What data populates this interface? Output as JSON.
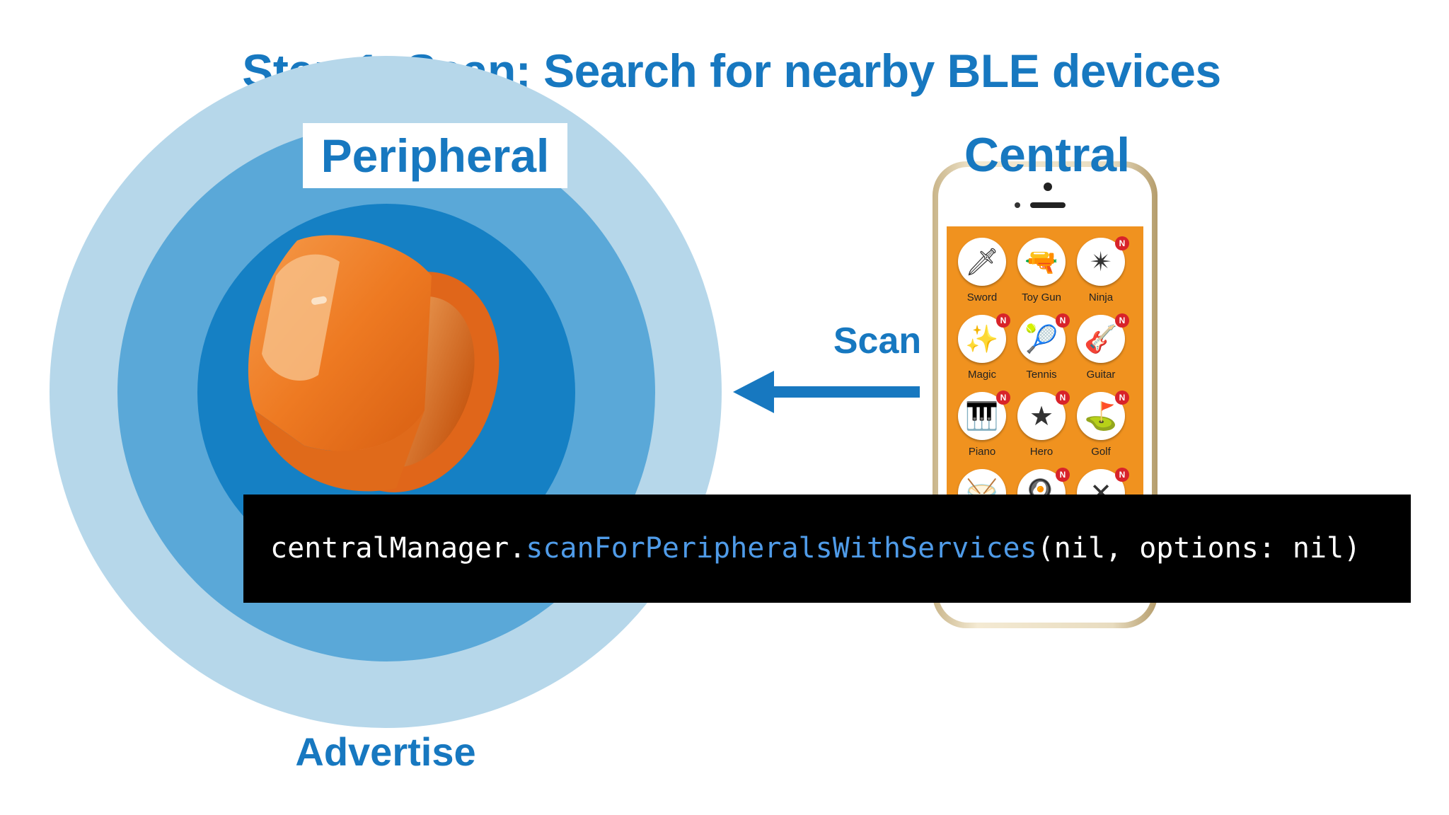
{
  "title": "Step 1. Scan: Search for nearby BLE devices",
  "peripheral_label": "Peripheral",
  "central_label": "Central",
  "scan_label": "Scan",
  "advertise_label": "Advertise",
  "colors": {
    "accent": "#1778c0",
    "ring_outer": "#b6d7ea",
    "ring_mid": "#5aa8d8",
    "ring_inner": "#1580c4",
    "band": "#f07a1f",
    "phone_screen": "#f0921f",
    "code_bg": "#000000",
    "code_method": "#4f9be8"
  },
  "phone": {
    "apps": [
      {
        "label": "Sword",
        "icon": "sword-icon",
        "glyph": "🗡",
        "badge": ""
      },
      {
        "label": "Toy Gun",
        "icon": "toy-gun-icon",
        "glyph": "🔫",
        "badge": ""
      },
      {
        "label": "Ninja",
        "icon": "shuriken-icon",
        "glyph": "✴",
        "badge": "N"
      },
      {
        "label": "Magic",
        "icon": "magic-wand-icon",
        "glyph": "✨",
        "badge": "N"
      },
      {
        "label": "Tennis",
        "icon": "tennis-racket-icon",
        "glyph": "🎾",
        "badge": "N"
      },
      {
        "label": "Guitar",
        "icon": "guitar-icon",
        "glyph": "🎸",
        "badge": "N"
      },
      {
        "label": "Piano",
        "icon": "piano-icon",
        "glyph": "🎹",
        "badge": "N"
      },
      {
        "label": "Hero",
        "icon": "star-icon",
        "glyph": "★",
        "badge": "N"
      },
      {
        "label": "Golf",
        "icon": "golf-club-icon",
        "glyph": "⛳",
        "badge": "N"
      },
      {
        "label": "",
        "icon": "drum-icon",
        "glyph": "🥁",
        "badge": ""
      },
      {
        "label": "",
        "icon": "pan-icon",
        "glyph": "🍳",
        "badge": "N"
      },
      {
        "label": "",
        "icon": "crossed-bats-icon",
        "glyph": "✕",
        "badge": "N"
      }
    ]
  },
  "code": {
    "prefix": "centralManager.",
    "method": "scanForPeripheralsWithServices",
    "suffix": "(nil, options: nil)"
  }
}
